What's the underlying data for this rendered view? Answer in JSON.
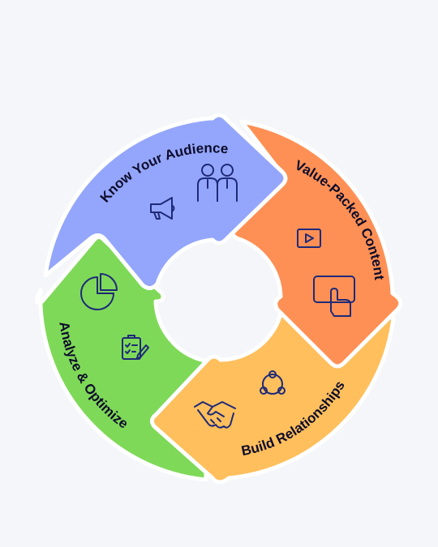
{
  "diagram": {
    "segments": [
      {
        "id": "know-your-audience",
        "label": "Know Your Audience",
        "color": "#94a6fb",
        "icons": [
          "megaphone-icon",
          "people-icon"
        ]
      },
      {
        "id": "value-packed-content",
        "label": "Value-Packed Content",
        "color": "#ff9055",
        "icons": [
          "video-play-icon",
          "tablet-touch-icon"
        ]
      },
      {
        "id": "build-relationships",
        "label": "Build Relationships",
        "color": "#ffbf5c",
        "icons": [
          "network-icon",
          "handshake-icon"
        ]
      },
      {
        "id": "analyze-optimize",
        "label": "Analyze & Optimize",
        "color": "#7fd958",
        "icons": [
          "pie-chart-icon",
          "checklist-icon"
        ]
      }
    ]
  },
  "colors": {
    "background": "#f4f6fa",
    "label_text": "#0c0c2a",
    "icon_stroke": "#1e2a78",
    "separator": "#ffffff"
  }
}
